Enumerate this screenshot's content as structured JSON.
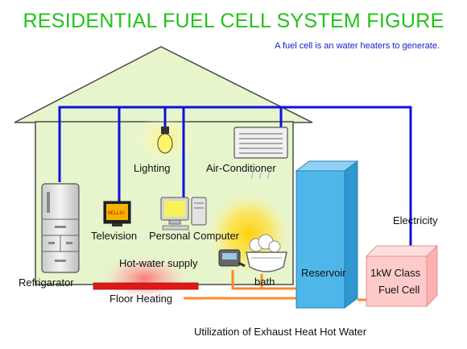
{
  "title": "RESIDENTIAL FUEL CELL SYSTEM FIGURE",
  "subtitle": "A fuel cell is an water heaters to generate.",
  "labels": {
    "lighting": "Lighting",
    "air_conditioner": "Air-Conditioner",
    "television": "Television",
    "personal_computer": "Personal Computer",
    "hot_water_supply": "Hot-water supply",
    "refrigerator": "Refrigarator",
    "bath": "bath",
    "floor_heating": "Floor Heating",
    "reservoir": "Reservoir",
    "electricity": "Electricity",
    "fuel_cell_line1": "1kW  Class",
    "fuel_cell_line2": "Fuel Cell",
    "exhaust_heat": "Utilization of Exhaust Heat Hot Water",
    "tv_screen": "HELLO!"
  },
  "colors": {
    "title": "#22c31a",
    "subtitle": "#1a1acc",
    "house_fill": "#e6f5cc",
    "house_stroke": "#4a4a4a",
    "electric_line": "#1010dd",
    "hot_water_line": "#ff8a2a",
    "reservoir": "#4fb6ea",
    "fuel_cell": "#ffcaca",
    "floor_heater": "#e01818"
  }
}
